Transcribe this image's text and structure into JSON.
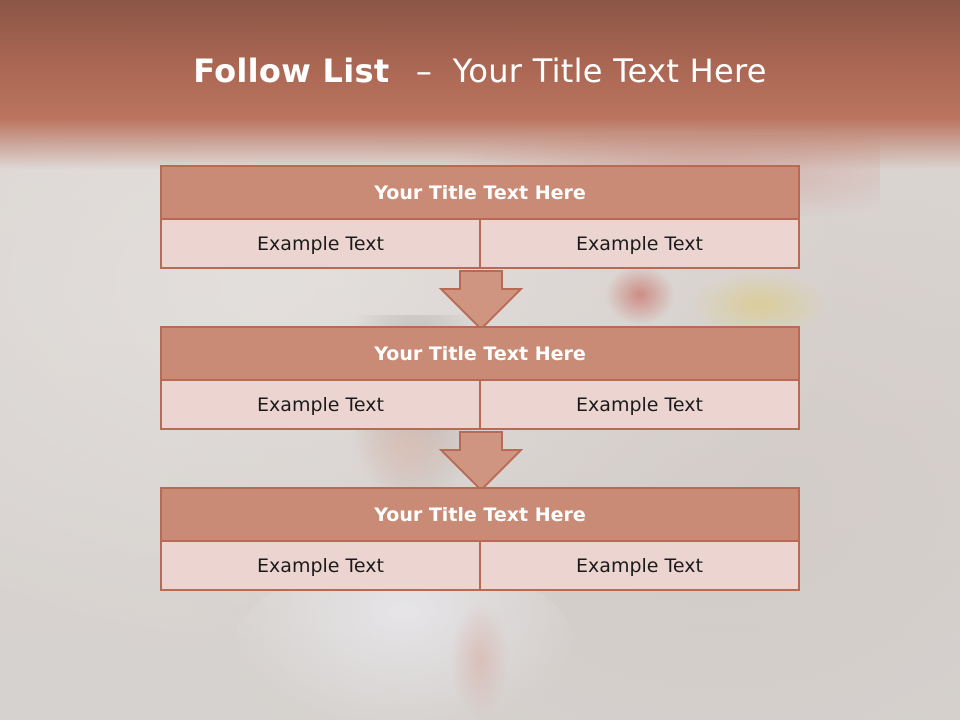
{
  "slide": {
    "title_bold": "Follow List",
    "title_dash": "–",
    "title_rest": "Your Title Text Here"
  },
  "blocks": [
    {
      "title": "Your Title Text Here",
      "left": "Example Text",
      "right": "Example Text"
    },
    {
      "title": "Your Title Text Here",
      "left": "Example Text",
      "right": "Example Text"
    },
    {
      "title": "Your Title Text Here",
      "left": "Example Text",
      "right": "Example Text"
    }
  ],
  "colors": {
    "header": "#b06b56",
    "block_title_fill": "#c98b75",
    "block_border": "#b76a54",
    "cell_fill": "#ecd5d0",
    "arrow_fill": "#d09580"
  }
}
